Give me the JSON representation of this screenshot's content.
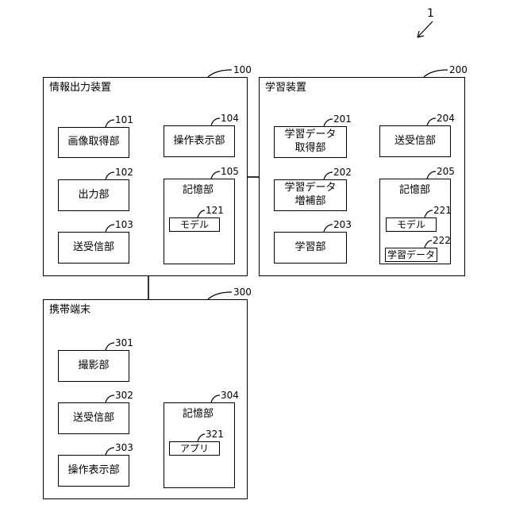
{
  "figure": {
    "ref": "1"
  },
  "info_device": {
    "title": "情報出力装置",
    "ref": "100",
    "image_acq": {
      "label": "画像取得部",
      "ref": "101"
    },
    "output": {
      "label": "出力部",
      "ref": "102"
    },
    "transceiver": {
      "label": "送受信部",
      "ref": "103"
    },
    "op_display": {
      "label": "操作表示部",
      "ref": "104"
    },
    "storage": {
      "label": "記憶部",
      "ref": "105",
      "model": {
        "label": "モデル",
        "ref": "121"
      }
    }
  },
  "learning_device": {
    "title": "学習装置",
    "ref": "200",
    "data_acq": {
      "label": "学習データ\n取得部",
      "ref": "201"
    },
    "data_aug": {
      "label": "学習データ\n増補部",
      "ref": "202"
    },
    "learning": {
      "label": "学習部",
      "ref": "203"
    },
    "transceiver": {
      "label": "送受信部",
      "ref": "204"
    },
    "storage": {
      "label": "記憶部",
      "ref": "205",
      "model": {
        "label": "モデル",
        "ref": "221"
      },
      "train_data": {
        "label": "学習データ",
        "ref": "222"
      }
    }
  },
  "mobile_terminal": {
    "title": "携帯端末",
    "ref": "300",
    "camera": {
      "label": "撮影部",
      "ref": "301"
    },
    "transceiver": {
      "label": "送受信部",
      "ref": "302"
    },
    "op_display": {
      "label": "操作表示部",
      "ref": "303"
    },
    "storage": {
      "label": "記憶部",
      "ref": "304",
      "app": {
        "label": "アプリ",
        "ref": "321"
      }
    }
  }
}
